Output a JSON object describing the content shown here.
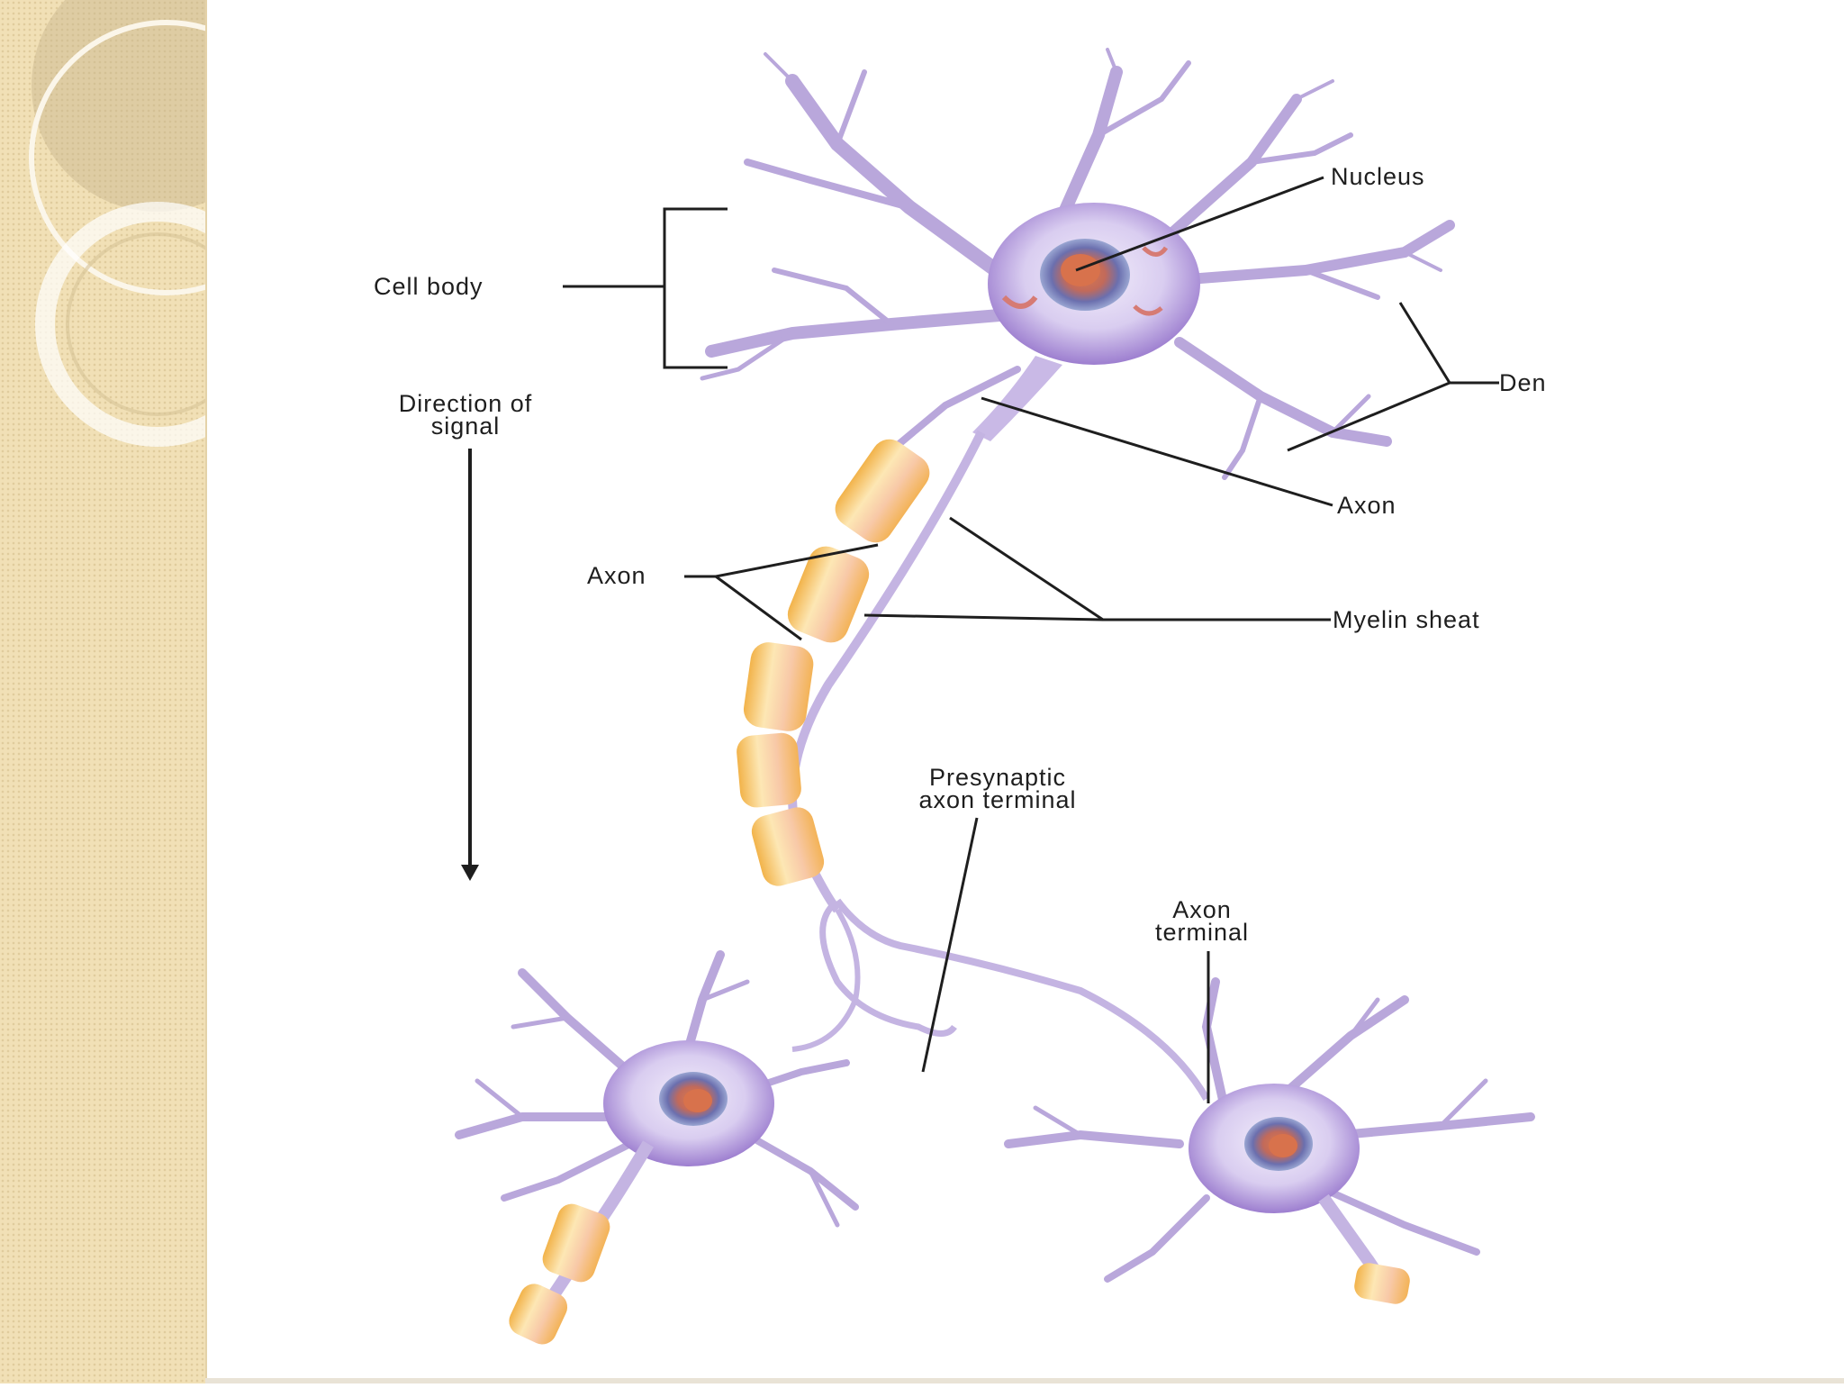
{
  "labels": {
    "cell_body": "Cell body",
    "nucleus": "Nucleus",
    "dendrites": "Den",
    "direction_line1": "Direction of",
    "direction_line2": "signal",
    "axon_top": "Axon",
    "axon_left": "Axon",
    "myelin_sheath": "Myelin sheat",
    "presynaptic_line1": "Presynaptic",
    "presynaptic_line2": "axon terminal",
    "axon_terminal_line1": "Axon",
    "axon_terminal_line2": "terminal"
  },
  "colors": {
    "sidebar": "#f1e0b6",
    "cell_body": "#9d7fd0",
    "dendrite": "#b8a6d6",
    "myelin": "#f6c26a",
    "nucleus": "#c8614a"
  }
}
